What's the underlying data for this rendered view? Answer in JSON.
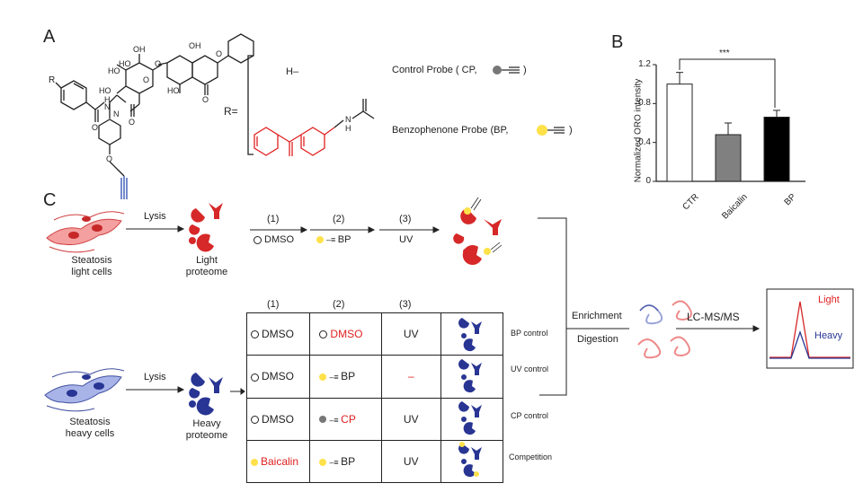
{
  "panels": {
    "a": "A",
    "b": "B",
    "c": "C"
  },
  "panel_a": {
    "r_eq": "R=",
    "h_label": "H–",
    "r_atom": "R",
    "control_probe": "Control Probe ( CP,",
    "benzophenone_probe": "Benzophenone Probe (BP,",
    "close_paren": ")",
    "atoms": {
      "ho1": "HO",
      "ho2": "HO",
      "oh1": "OH",
      "ho3": "HO",
      "oh2": "OH",
      "o1": "O",
      "o2": "O",
      "o3": "O",
      "o4": "O",
      "o5": "O",
      "o6": "O",
      "o7": "O",
      "h1": "H",
      "h2": "H",
      "n1": "N",
      "n2": "N",
      "n3": "N",
      "ho4": "HO"
    }
  },
  "panel_b": {
    "significance": "***",
    "chart_data": {
      "type": "bar",
      "categories": [
        "CTR",
        "Baicalin",
        "BP"
      ],
      "values": [
        1.0,
        0.48,
        0.66
      ],
      "errors": [
        0.12,
        0.12,
        0.07
      ],
      "colors": [
        "#ffffff",
        "#808080",
        "#000000"
      ],
      "ylabel": "Normalized ORO intensity",
      "ylim": [
        0,
        1.2
      ],
      "yticks": [
        "0",
        "0.4",
        "0.8",
        "1.2"
      ]
    }
  },
  "panel_c": {
    "lysis_top": "Lysis",
    "lysis_bottom": "Lysis",
    "light_cells": "Steatosis\nlight cells",
    "heavy_cells": "Steatosis\nheavy cells",
    "light_proteome": "Light\nproteome",
    "heavy_proteome": "Heavy\nproteome",
    "step1": "(1)",
    "step2": "(2)",
    "step3": "(3)",
    "top_dmso": "DMSO",
    "top_bp": "BP",
    "top_uv": "UV",
    "table_headers": [
      "(1)",
      "(2)",
      "(3)"
    ],
    "table_rows": [
      {
        "c1": "DMSO",
        "c2": "DMSO",
        "c3": "UV",
        "label": "BP control"
      },
      {
        "c1": "DMSO",
        "c2": "BP",
        "c3": "–",
        "label": "UV control"
      },
      {
        "c1": "DMSO",
        "c2": "CP",
        "c3": "UV",
        "label": "CP control"
      },
      {
        "c1": "Baicalin",
        "c2": "BP",
        "c3": "UV",
        "label": "Competition"
      }
    ],
    "enrichment": "Enrichment",
    "digestion": "Digestion",
    "lcms": "LC-MS/MS",
    "light": "Light",
    "heavy": "Heavy"
  }
}
